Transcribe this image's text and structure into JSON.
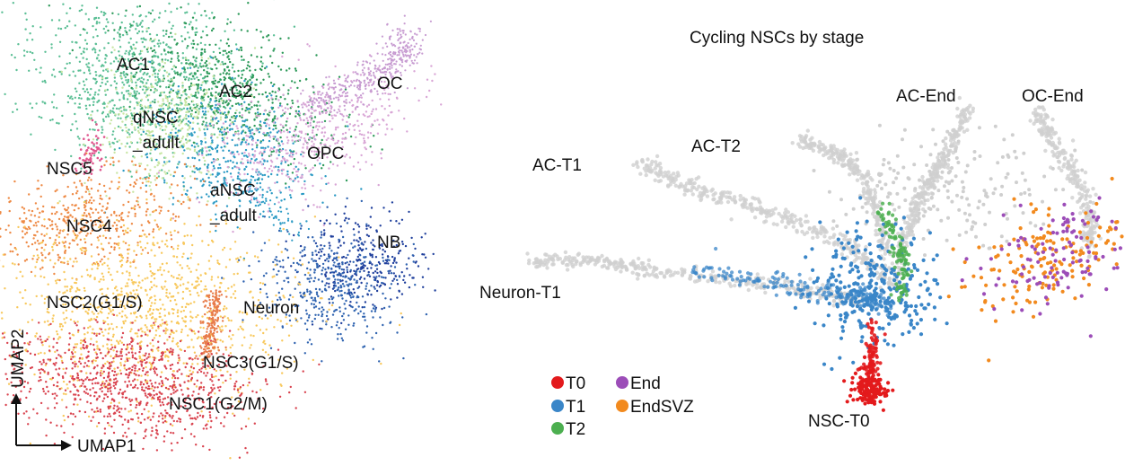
{
  "chart_data": [
    {
      "type": "scatter",
      "title": "",
      "xlabel": "UMAP1",
      "ylabel": "UMAP2",
      "grid": false,
      "legend": "none",
      "clusters": [
        {
          "name": "AC1",
          "color": "#5bbf95"
        },
        {
          "name": "AC2",
          "color": "#2e9a5a"
        },
        {
          "name": "qNSC\n_adult",
          "color": "#c8e6a4"
        },
        {
          "name": "aNSC\n_adult",
          "color": "#2b9ac4"
        },
        {
          "name": "OPC",
          "color": "#d9a6d6"
        },
        {
          "name": "OC",
          "color": "#c79bd1"
        },
        {
          "name": "NSC5",
          "color": "#e0578f"
        },
        {
          "name": "NSC4",
          "color": "#ee8a45"
        },
        {
          "name": "NB",
          "color": "#1f3f9c"
        },
        {
          "name": "Neuron",
          "color": "#2f63b0"
        },
        {
          "name": "NSC2(G1/S)",
          "color": "#f8c85c"
        },
        {
          "name": "NSC3(G1/S)",
          "color": "#e87b4a"
        },
        {
          "name": "NSC1(G2/M)",
          "color": "#d9434f"
        }
      ]
    },
    {
      "type": "scatter",
      "title": "Cycling NSCs by stage",
      "xlabel": "",
      "ylabel": "",
      "grid": false,
      "legend": "bottom-left",
      "legend_items": [
        {
          "name": "T0",
          "color": "#e31a1c"
        },
        {
          "name": "T1",
          "color": "#3a86c8"
        },
        {
          "name": "T2",
          "color": "#4caf50"
        },
        {
          "name": "End",
          "color": "#9c4db8"
        },
        {
          "name": "EndSVZ",
          "color": "#f28a1e"
        }
      ],
      "trajectory_labels": [
        {
          "name": "AC-End",
          "color": "#1e9a4c"
        },
        {
          "name": "OC-End",
          "color": "#8e3a9e"
        },
        {
          "name": "AC-T2",
          "color": "#1e9a4c"
        },
        {
          "name": "AC-T1",
          "color": "#1e9a4c"
        },
        {
          "name": "Neuron-T1",
          "color": "#2b3a8e"
        },
        {
          "name": "NSC-T0",
          "color": "#e31a1c"
        }
      ],
      "background_color": "#cfcfcf"
    }
  ]
}
